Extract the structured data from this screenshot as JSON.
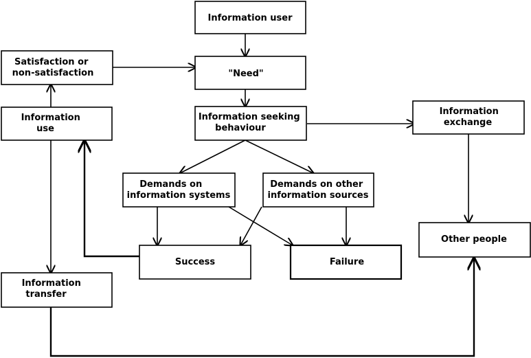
{
  "nodes": {
    "information_user": [
      "Information user"
    ],
    "need": [
      "\"Need\""
    ],
    "satisfaction": [
      "Satisfaction or",
      "non-satisfaction"
    ],
    "information_use": [
      "Information",
      "use"
    ],
    "seeking_behaviour": [
      "Information seeking",
      "behaviour"
    ],
    "information_exchange": [
      "Information",
      "exchange"
    ],
    "demands_systems": [
      "Demands on",
      "information systems"
    ],
    "demands_sources": [
      "Demands on other",
      "information sources"
    ],
    "success": [
      "Success"
    ],
    "failure": [
      "Failure"
    ],
    "other_people": [
      "Other people"
    ],
    "information_transfer": [
      "Information",
      "transfer"
    ]
  },
  "colors": {
    "stroke": "#000000",
    "fill": "#ffffff",
    "text": "#000000"
  }
}
